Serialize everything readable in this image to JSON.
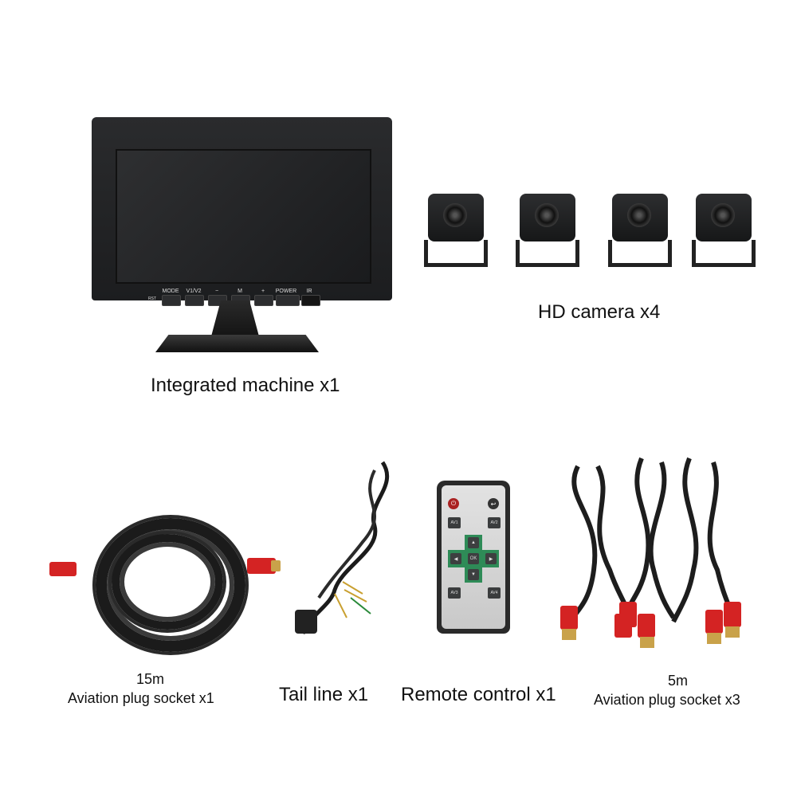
{
  "items": {
    "monitor": {
      "caption": "Integrated machine x1",
      "buttons": [
        "RST",
        "MODE",
        "V1/V2",
        "−",
        "M",
        "+",
        "POWER",
        "IR"
      ]
    },
    "cameras": {
      "caption": "HD camera x4",
      "count": 4
    },
    "cable_15m": {
      "length": "15m",
      "caption": "Aviation plug socket  x1"
    },
    "tail_line": {
      "caption": "Tail line x1"
    },
    "remote": {
      "caption": "Remote control x1",
      "buttons": {
        "av1": "AV1",
        "av2": "AV2",
        "av3": "AV3",
        "av4": "AV4",
        "ok": "OK"
      }
    },
    "cable_5m": {
      "length": "5m",
      "caption": "Aviation plug socket  x3"
    }
  },
  "colors": {
    "plug_red": "#d42323",
    "dpad_green": "#2e8b57"
  }
}
